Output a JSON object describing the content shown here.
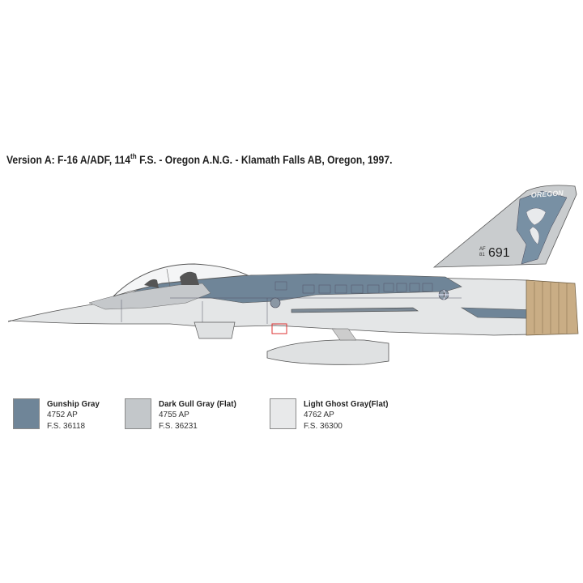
{
  "title": {
    "before_sup": "Version A: F-16 A/ADF,  114",
    "sup": "th",
    "after_sup": " F.S. - Oregon A.N.G. - Klamath Falls AB, Oregon, 1997."
  },
  "aircraft": {
    "tail_code": "AF",
    "tail_year": "81",
    "tail_number": "691",
    "tail_text": "OREGON"
  },
  "colors": [
    {
      "name": "Gunship Gray",
      "code": "4752 AP",
      "fs": "F.S. 36118",
      "hex": "#6f8598"
    },
    {
      "name": "Dark Gull Gray (Flat)",
      "code": "4755 AP",
      "fs": "F.S. 36231",
      "hex": "#c3c7ca"
    },
    {
      "name": "Light Ghost Gray(Flat)",
      "code": "4762 AP",
      "fs": "F.S. 36300",
      "hex": "#e8e9ea"
    }
  ]
}
